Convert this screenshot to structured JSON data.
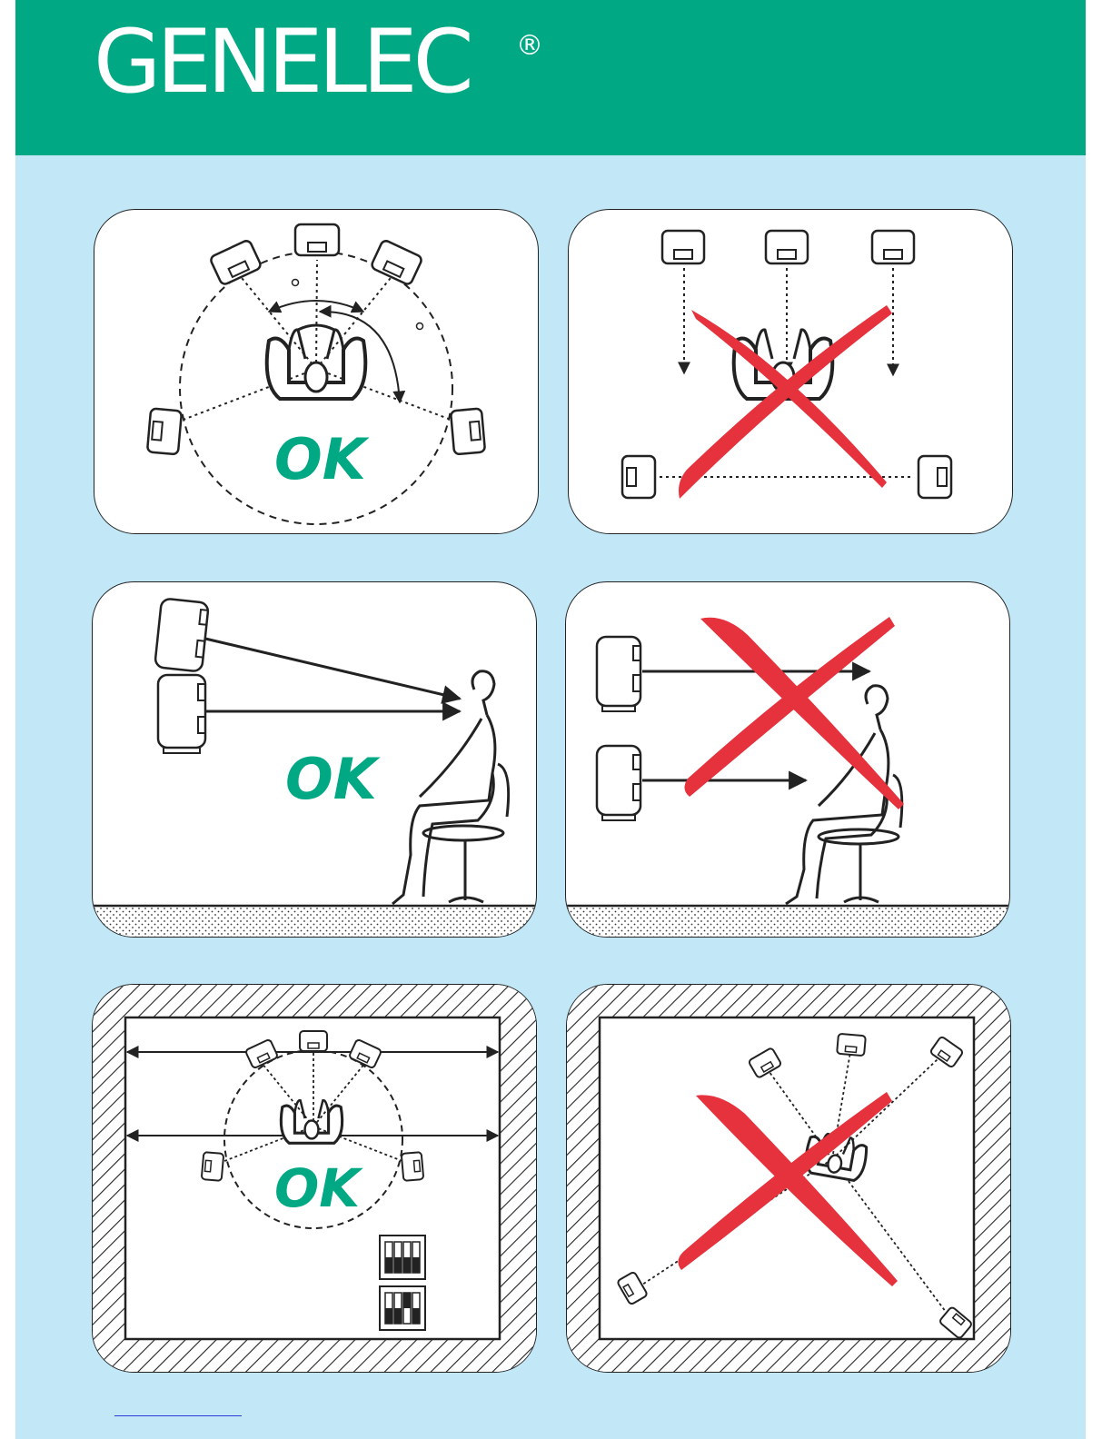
{
  "header": {
    "brand": "GENELEC",
    "registered_mark": "®"
  },
  "colors": {
    "brand_green": "#00a884",
    "background_blue": "#c2e8f8",
    "cross_red": "#e5323c",
    "line": "#222222"
  },
  "panels": [
    {
      "id": "panel-1",
      "verdict": "ok",
      "label": "OK"
    },
    {
      "id": "panel-2",
      "verdict": "wrong"
    },
    {
      "id": "panel-3",
      "verdict": "ok",
      "label": "OK"
    },
    {
      "id": "panel-4",
      "verdict": "wrong"
    },
    {
      "id": "panel-5",
      "verdict": "ok",
      "label": "OK"
    },
    {
      "id": "panel-6",
      "verdict": "wrong"
    }
  ]
}
